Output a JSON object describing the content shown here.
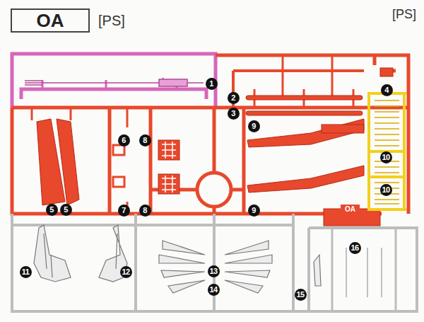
{
  "diagram": {
    "nodes": [
      {
        "text": [
          "OA",
          "[PS]"
        ]
      },
      {
        "text": [
          "OA"
        ]
      }
    ],
    "labels": [
      "[PS]",
      "1",
      "2",
      "3",
      "4",
      "5",
      "5",
      "6",
      "7",
      "8",
      "8",
      "9",
      "9",
      "10",
      "10",
      "11",
      "12",
      "13",
      "14",
      "15",
      "16"
    ]
  }
}
